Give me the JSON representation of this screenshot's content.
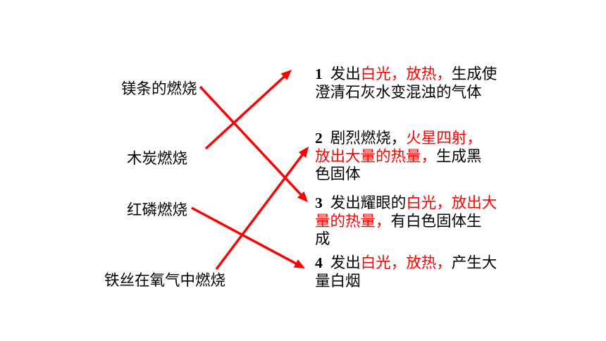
{
  "left_items": [
    {
      "label": "镁条的燃烧"
    },
    {
      "label": "木炭燃烧"
    },
    {
      "label": "红磷燃烧"
    },
    {
      "label": "铁丝在氧气中燃烧"
    }
  ],
  "right_items": [
    {
      "number": "1",
      "lines": [
        [
          {
            "text": "发出"
          },
          {
            "text": "白光，放热，",
            "emphasis": true
          },
          {
            "text": "生成使"
          }
        ],
        [
          {
            "text": "澄清石灰水变混浊的气体"
          }
        ]
      ]
    },
    {
      "number": "2",
      "lines": [
        [
          {
            "text": "剧烈燃烧，"
          },
          {
            "text": "火星四射，",
            "emphasis": true
          }
        ],
        [
          {
            "text": "放出大量的热量，",
            "emphasis": true
          },
          {
            "text": "生成黑"
          }
        ],
        [
          {
            "text": "色固体"
          }
        ]
      ]
    },
    {
      "number": "3",
      "lines": [
        [
          {
            "text": "发出耀眼的"
          },
          {
            "text": "白光，放出大",
            "emphasis": true
          }
        ],
        [
          {
            "text": "量的热量，",
            "emphasis": true
          },
          {
            "text": "有白色固体生"
          }
        ],
        [
          {
            "text": "成"
          }
        ]
      ]
    },
    {
      "number": "4",
      "lines": [
        [
          {
            "text": "发出"
          },
          {
            "text": "白光，放热，",
            "emphasis": true
          },
          {
            "text": "产生大"
          }
        ],
        [
          {
            "text": "量白烟"
          }
        ]
      ]
    }
  ],
  "connections": [
    {
      "from": 0,
      "to": 2
    },
    {
      "from": 1,
      "to": 0
    },
    {
      "from": 2,
      "to": 3
    },
    {
      "from": 3,
      "to": 1
    }
  ],
  "colors": {
    "background": "#ffffff",
    "text": "#000000",
    "emphasis": "#ff0000",
    "arrow": "#ff0000"
  }
}
